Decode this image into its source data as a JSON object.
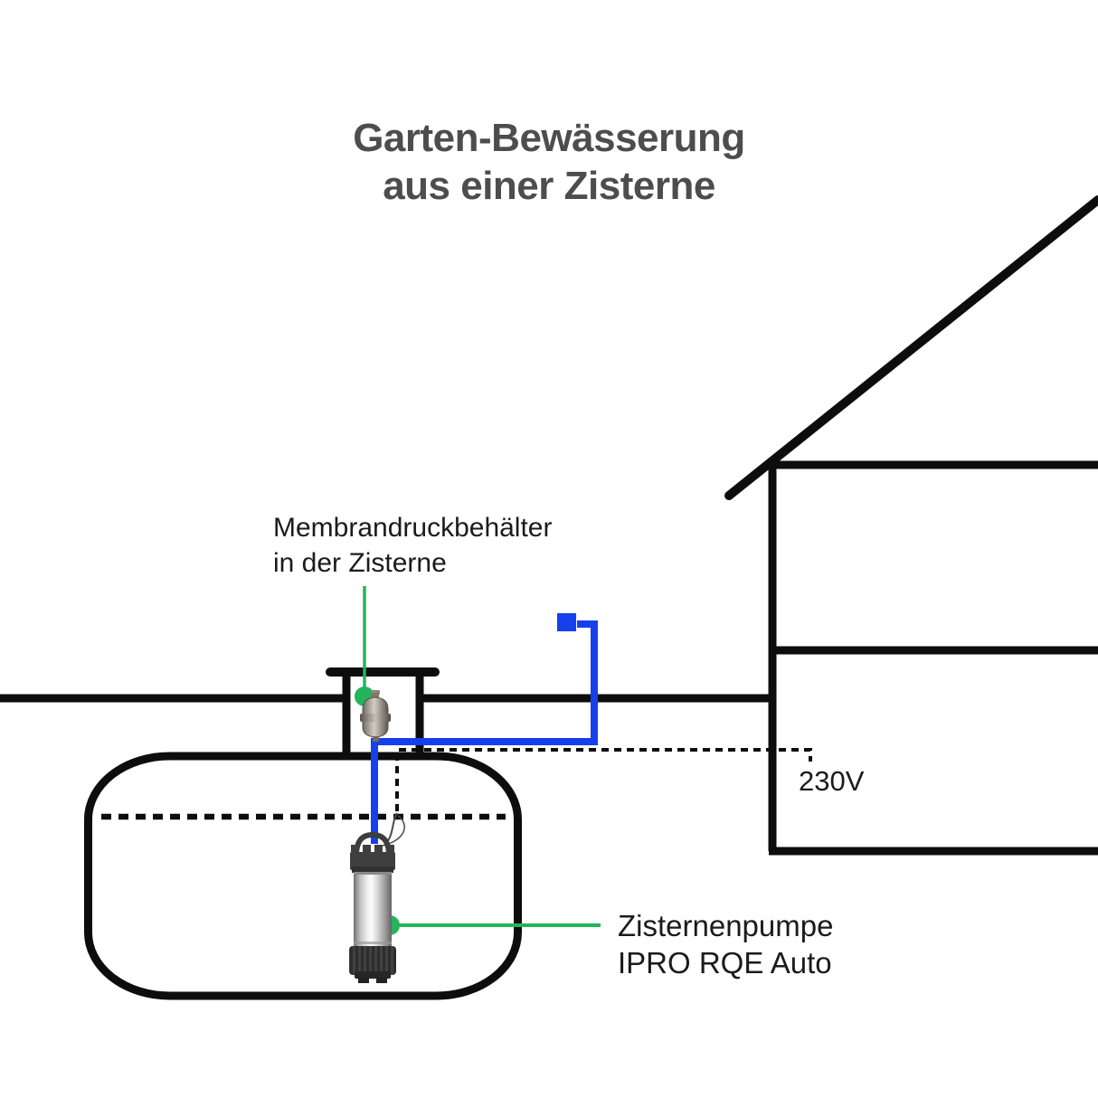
{
  "title": {
    "line1": "Garten-Bewässerung",
    "line2": "aus einer Zisterne"
  },
  "labels": {
    "membrane": {
      "line1": "Membrandruckbehälter",
      "line2": "in der Zisterne"
    },
    "pump": {
      "line1": "Zisternenpumpe",
      "line2": "IPRO RQE Auto"
    },
    "voltage": "230V"
  },
  "colors": {
    "pipe_blue": "#1540ec",
    "leader_green": "#25b45c",
    "line_black": "#0d0d0d",
    "title_gray": "#4d4d4d"
  }
}
